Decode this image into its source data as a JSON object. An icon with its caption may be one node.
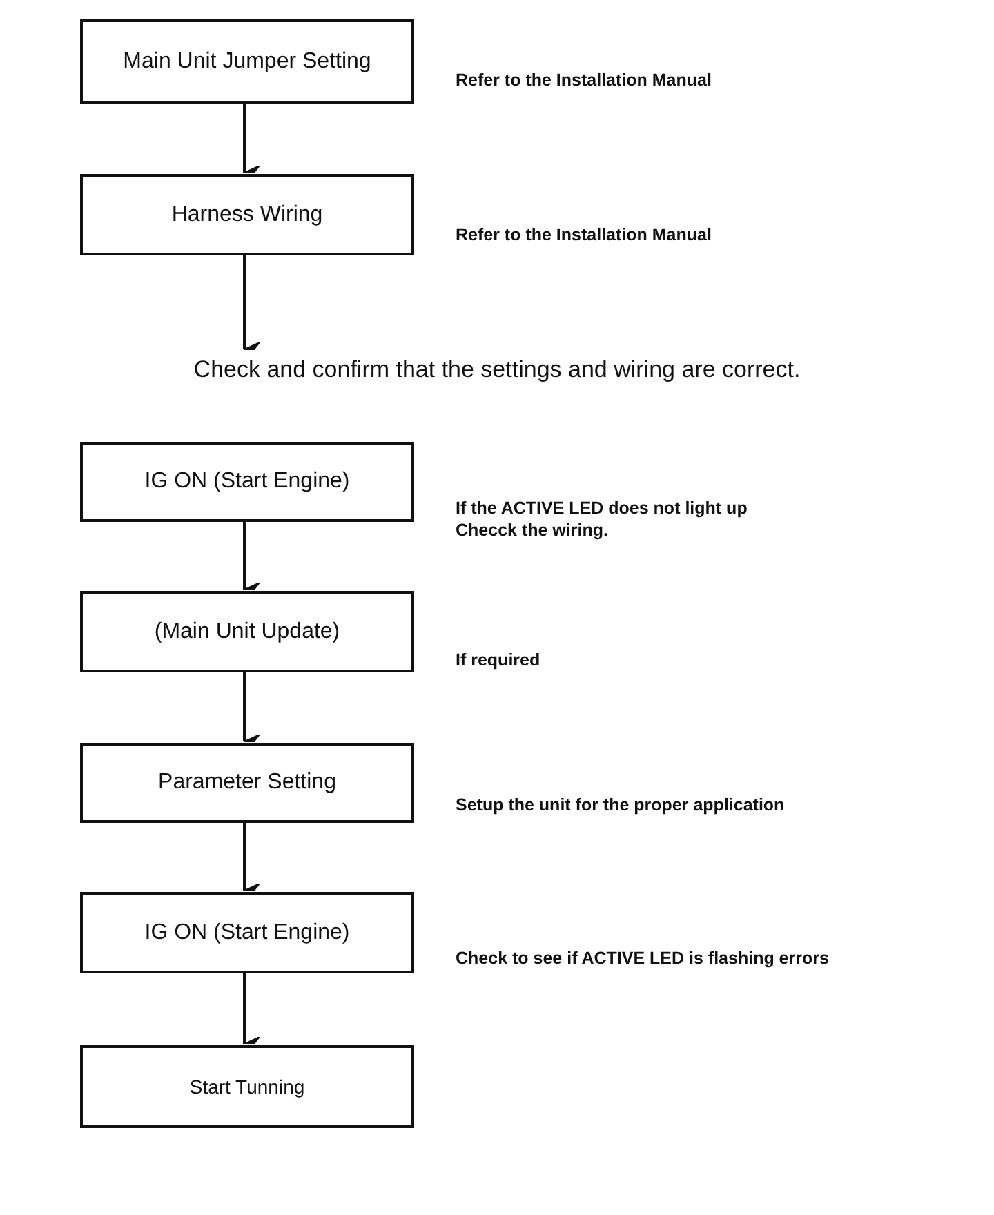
{
  "diagram": {
    "nodes": [
      {
        "text": [
          "Main Unit Jumper Setting"
        ],
        "beside": [
          "Refer to the Installation Manual"
        ]
      },
      {
        "text": [
          "Harness Wiring"
        ],
        "beside": [
          "Refer to the Installation Manual"
        ]
      },
      {
        "text": [
          "Check and confirm that the settings and wiring are correct."
        ]
      },
      {
        "text": [
          "IG ON (Start Engine)"
        ],
        "beside": [
          "If the ACTIVE LED does not light up Checck the wiring."
        ]
      },
      {
        "text": [
          "(Main Unit Update)"
        ],
        "beside": [
          "If required"
        ]
      },
      {
        "text": [
          "Parameter Setting"
        ],
        "beside": [
          "Setup the unit for the proper application"
        ]
      },
      {
        "text": [
          "IG ON (Start Engine)"
        ],
        "beside": [
          "Check to see if ACTIVE LED is flashing errors"
        ]
      },
      {
        "text": [
          "Start Tunning"
        ]
      }
    ],
    "edges": [
      {
        "from": 0,
        "to": 1,
        "arrow": "to"
      },
      {
        "from": 1,
        "to": 2,
        "arrow": "to"
      },
      {
        "from": 3,
        "to": 4,
        "arrow": "to"
      },
      {
        "from": 4,
        "to": 5,
        "arrow": "to"
      },
      {
        "from": 5,
        "to": 6,
        "arrow": "to"
      },
      {
        "from": 6,
        "to": 7,
        "arrow": "to"
      }
    ]
  }
}
